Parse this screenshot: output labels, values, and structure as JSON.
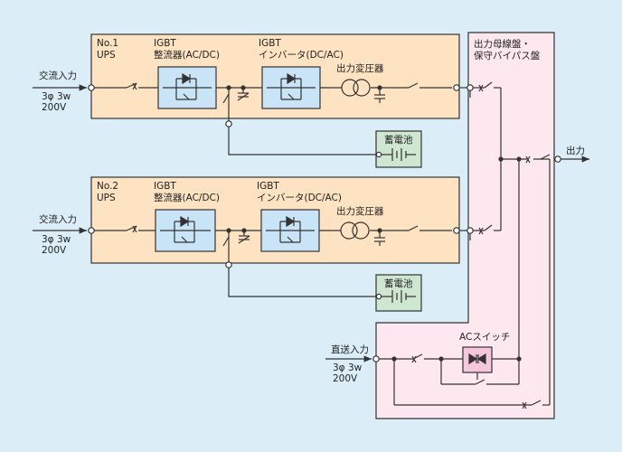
{
  "ups1": {
    "name_line1": "No.1",
    "name_line2": "UPS",
    "rectifier_line1": "IGBT",
    "rectifier_line2": "整流器(AC/DC)",
    "inverter_line1": "IGBT",
    "inverter_line2": "インバータ(DC/AC)",
    "transformer": "出力変圧器",
    "battery": "蓄電池",
    "input_line1": "交流入力",
    "input_line2": "3φ 3w",
    "input_line3": "200V"
  },
  "ups2": {
    "name_line1": "No.2",
    "name_line2": "UPS",
    "rectifier_line1": "IGBT",
    "rectifier_line2": "整流器(AC/DC)",
    "inverter_line1": "IGBT",
    "inverter_line2": "インバータ(DC/AC)",
    "transformer": "出力変圧器",
    "battery": "蓄電池",
    "input_line1": "交流入力",
    "input_line2": "3φ 3w",
    "input_line3": "200V"
  },
  "panel": {
    "title_line1": "出力母線盤・",
    "title_line2": "保守バイパス盤",
    "output": "出力"
  },
  "bypass": {
    "input_line1": "直送入力",
    "input_line2": "3φ 3w",
    "input_line3": "200V",
    "ac_switch": "ACスイッチ"
  },
  "colors": {
    "background": "#dbeef8",
    "ups_box": "#fde3c1",
    "panel": "#fde8f0",
    "converter": "#c9e4f6",
    "battery": "#cfe7d0",
    "ac_switch": "#f5c6dc"
  }
}
